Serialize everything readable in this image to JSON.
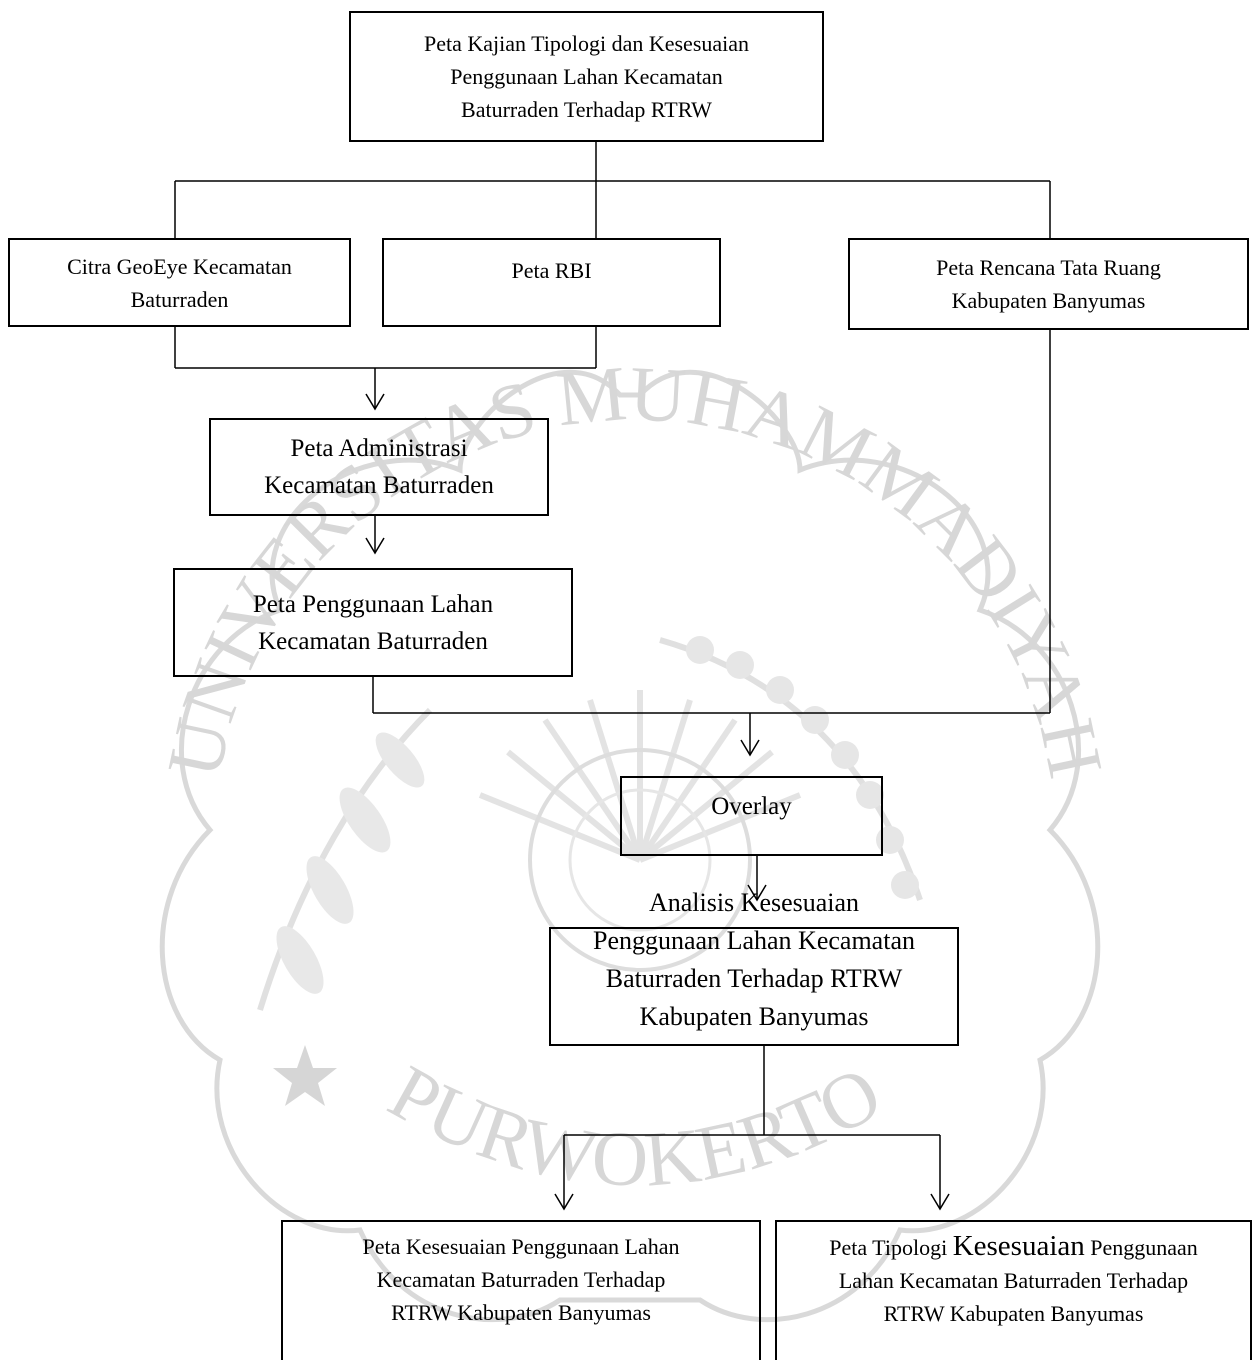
{
  "diagram": {
    "nodes": {
      "title": {
        "lines": [
          "Peta Kajian Tipologi dan Kesesuaian",
          "Penggunaan Lahan Kecamatan",
          "Baturraden Terhadap RTRW"
        ]
      },
      "citra": {
        "lines": [
          "Citra GeoEye Kecamatan",
          "Baturraden"
        ]
      },
      "rbi": {
        "lines": [
          "Peta RBI"
        ]
      },
      "rencana": {
        "lines": [
          "Peta Rencana Tata Ruang",
          "Kabupaten Banyumas"
        ]
      },
      "administrasi": {
        "lines": [
          "Peta Administrasi",
          "Kecamatan Baturraden"
        ]
      },
      "penggunaan": {
        "lines": [
          "Peta Penggunaan Lahan",
          "Kecamatan Baturraden"
        ]
      },
      "overlay": {
        "lines": [
          "Overlay"
        ]
      },
      "analisis": {
        "lines": [
          "Analisis Kesesuaian",
          "Penggunaan Lahan Kecamatan",
          "Baturraden Terhadap RTRW",
          "Kabupaten Banyumas"
        ]
      },
      "kesesuaian": {
        "lines": [
          "Peta Kesesuaian Penggunaan Lahan",
          "Kecamatan Baturraden Terhadap",
          "RTRW Kabupaten Banyumas"
        ]
      },
      "tipologi": {
        "line1_pre": "Peta Tipologi ",
        "line1_big": "Kesesuaian",
        "line1_post": " Penggunaan",
        "line2": "Lahan Kecamatan Baturraden Terhadap",
        "line3": "RTRW Kabupaten Banyumas"
      }
    }
  },
  "watermark": {
    "text_top": "UNIVERSITAS MUHAMMADIYAH",
    "text_bottom": "PURWOKERTO",
    "color": "#d4d4d4"
  }
}
